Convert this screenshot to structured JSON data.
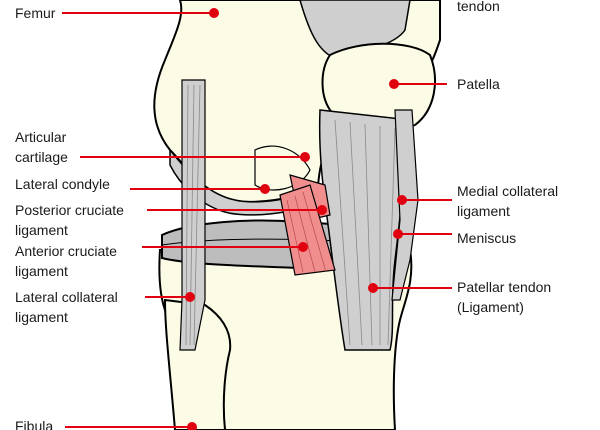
{
  "diagram": {
    "colors": {
      "bone": "#fbfbe6",
      "ligament": "#cfcfcf",
      "cruciate": "#f08d8d",
      "leader": "#e0000f",
      "outline": "#000000"
    },
    "labels": {
      "femur": "Femur",
      "tendon": "tendon",
      "patella": "Patella",
      "articular_cartilage": [
        "Articular",
        "cartilage"
      ],
      "lateral_condyle": "Lateral condyle",
      "posterior_cruciate_ligament": [
        "Posterior cruciate",
        "ligament"
      ],
      "anterior_cruciate_ligament": [
        "Anterior cruciate",
        "ligament"
      ],
      "lateral_collateral_ligament": [
        "Lateral collateral",
        "ligament"
      ],
      "medial_collateral_ligament": [
        "Medial collateral",
        "ligament"
      ],
      "meniscus": "Meniscus",
      "patellar_tendon": [
        "Patellar tendon",
        "(Ligament)"
      ],
      "fibula": "Fibula"
    }
  }
}
